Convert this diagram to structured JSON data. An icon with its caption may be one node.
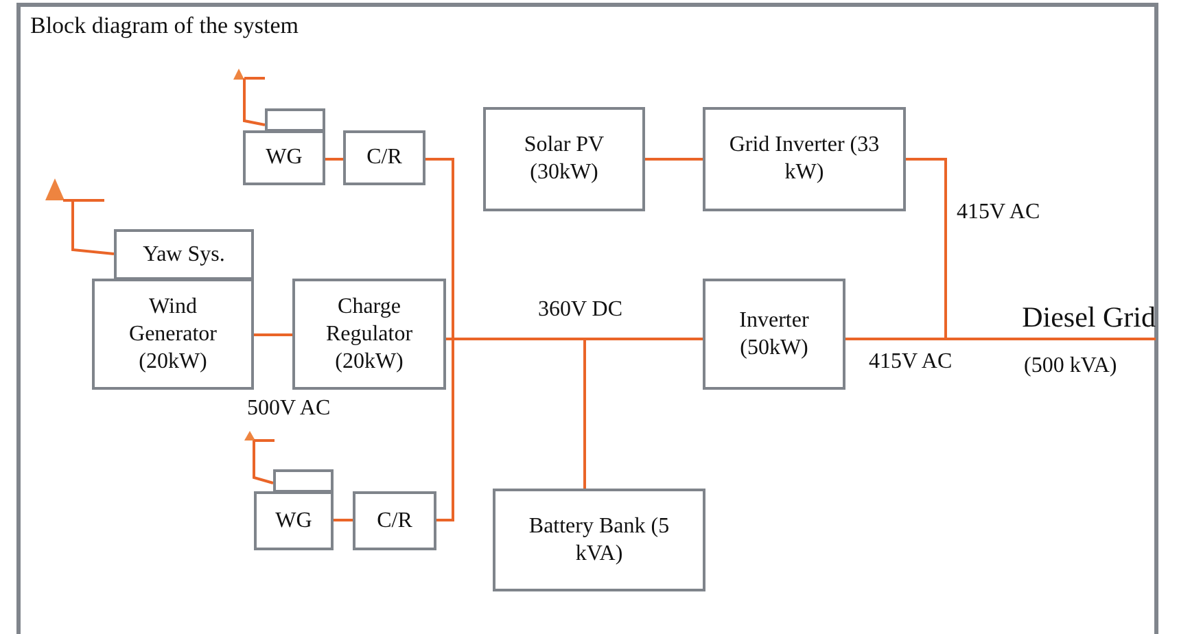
{
  "diagram": {
    "title": "Block diagram of the system",
    "nodes": [
      {
        "text": [],
        "shape": "box"
      },
      {
        "text": [
          "WG"
        ]
      },
      {
        "text": [
          "C/R"
        ]
      },
      {
        "text": [
          "Solar PV (30kW)"
        ]
      },
      {
        "text": [
          "Grid Inverter (33 kW)"
        ]
      },
      {
        "text": [
          "Yaw Sys."
        ]
      },
      {
        "text": [
          "Wind Generator (20kW)"
        ]
      },
      {
        "text": [
          "Charge Regulator (20kW)"
        ]
      },
      {
        "text": [
          "Inverter (50kW)"
        ]
      },
      {
        "text": [
          "Diesel Grid"
        ],
        "beside": [
          "(500 kVA)"
        ]
      },
      {
        "text": [],
        "shape": "box"
      },
      {
        "text": [
          "WG"
        ]
      },
      {
        "text": [
          "C/R"
        ]
      },
      {
        "text": [
          "Battery Bank (5 kVA)"
        ]
      }
    ],
    "edges": [
      {
        "from": 1,
        "to": 2,
        "arrow": "none"
      },
      {
        "from": 3,
        "to": 4,
        "arrow": "none"
      },
      {
        "from": 6,
        "to": 7,
        "arrow": "none"
      },
      {
        "from": 2,
        "to": 8,
        "arrow": "none"
      },
      {
        "from": 7,
        "to": 8,
        "arrow": "none",
        "label": "360V DC"
      },
      {
        "from": 12,
        "to": 8,
        "arrow": "none"
      },
      {
        "from": 13,
        "to": 8,
        "arrow": "none"
      },
      {
        "from": 4,
        "to": 9,
        "arrow": "none",
        "label": "415V AC"
      },
      {
        "from": 8,
        "to": 9,
        "arrow": "none",
        "label": "415V AC"
      },
      {
        "from": 11,
        "to": 12,
        "arrow": "none"
      }
    ],
    "labels": [
      "500V AC"
    ]
  }
}
